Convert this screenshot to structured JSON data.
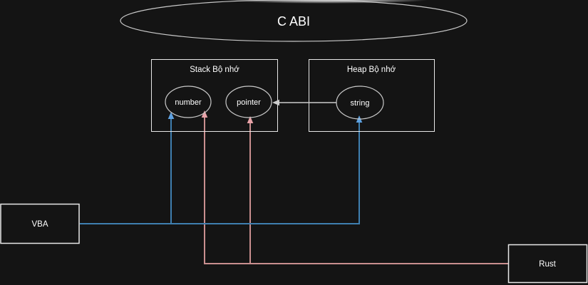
{
  "diagram": {
    "title": "C ABI",
    "colors": {
      "background": "#141414",
      "text": "#ffffff",
      "box_stroke": "#e8e8e8",
      "node_stroke": "#c9c9c9",
      "blue_line": "#3f7fb0",
      "blue_arrow": "#5ea1e0",
      "pink_line": "#c98f8f",
      "pink_arrow": "#e8a2a8",
      "white_arrow": "#cccccc"
    },
    "containers": [
      {
        "label": "Stack Bộ nhớ",
        "nodes": [
          {
            "label": "number"
          },
          {
            "label": "pointer"
          }
        ]
      },
      {
        "label": "Heap Bộ nhớ",
        "nodes": [
          {
            "label": "string"
          }
        ]
      }
    ],
    "actors": [
      {
        "label": "VBA"
      },
      {
        "label": "Rust"
      }
    ],
    "edges": [
      {
        "from": "string",
        "to": "pointer",
        "color": "white"
      },
      {
        "from": "VBA",
        "to": "number",
        "color": "blue"
      },
      {
        "from": "VBA",
        "to": "string",
        "color": "blue"
      },
      {
        "from": "Rust",
        "to": "number",
        "color": "pink"
      },
      {
        "from": "Rust",
        "to": "pointer",
        "color": "pink"
      }
    ]
  }
}
